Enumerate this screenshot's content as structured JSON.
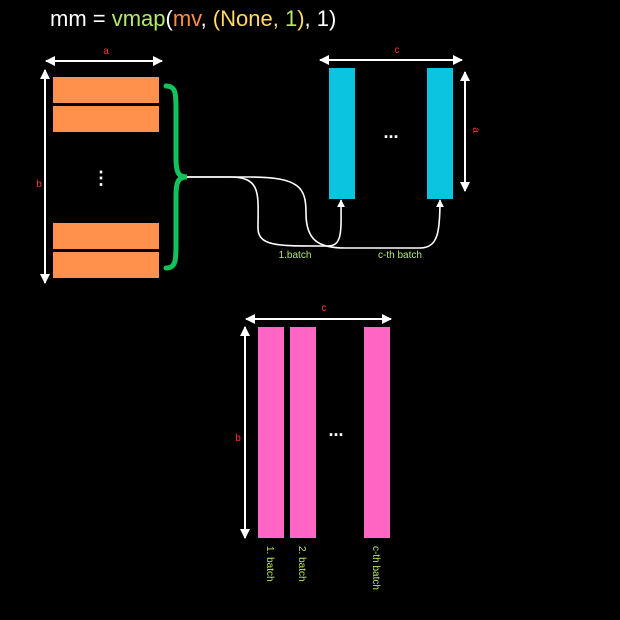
{
  "title": {
    "prefix": "mm = ",
    "fn": "vmap",
    "open": "(",
    "arg": "mv",
    "sep1": ", ",
    "tuple_open": "(None, ",
    "tuple_one": "1",
    "tuple_close": ")",
    "sep2": ", ",
    "last": "1)"
  },
  "matrix_dims": {
    "width": "a",
    "height": "b"
  },
  "vector_dims": {
    "width": "c",
    "height": "a"
  },
  "result_dims": {
    "width": "c",
    "height": "b"
  },
  "ellipsis": "...",
  "vertical_ellipsis": "⋮",
  "batch_labels": {
    "first": "1.batch",
    "last": "c-th batch"
  },
  "result_labels": [
    "1. batch",
    "2. batch",
    "c-th batch"
  ],
  "colors": {
    "background": "#000000",
    "text": "#ffffff",
    "function": "#b5e86a",
    "argument": "#ff8c42",
    "tuple": "#ffd966",
    "dimension": "#ff3030",
    "matrix_row": "#ff914d",
    "brace": "#12c25a",
    "vector": "#0bc4e0",
    "result": "#ff66c4",
    "batch_label": "#b5e86a"
  }
}
